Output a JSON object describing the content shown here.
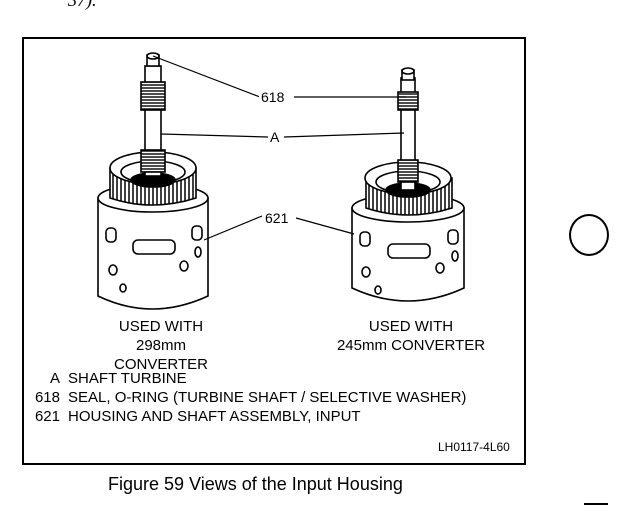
{
  "top_fragment": "37).",
  "callouts": {
    "seal": "618",
    "shaft": "A",
    "housing": "621"
  },
  "left_view": {
    "line1": "USED WITH",
    "line2": "298mm CONVERTER"
  },
  "right_view": {
    "line1": "USED WITH",
    "line2": "245mm CONVERTER"
  },
  "legend": [
    {
      "code": "A",
      "text": "SHAFT TURBINE"
    },
    {
      "code": "618",
      "text": "SEAL, O-RING (TURBINE SHAFT / SELECTIVE WASHER)"
    },
    {
      "code": "621",
      "text": "HOUSING AND SHAFT ASSEMBLY, INPUT"
    }
  ],
  "reference_code": "LH0117-4L60",
  "caption": "Figure 59 Views of the Input Housing"
}
